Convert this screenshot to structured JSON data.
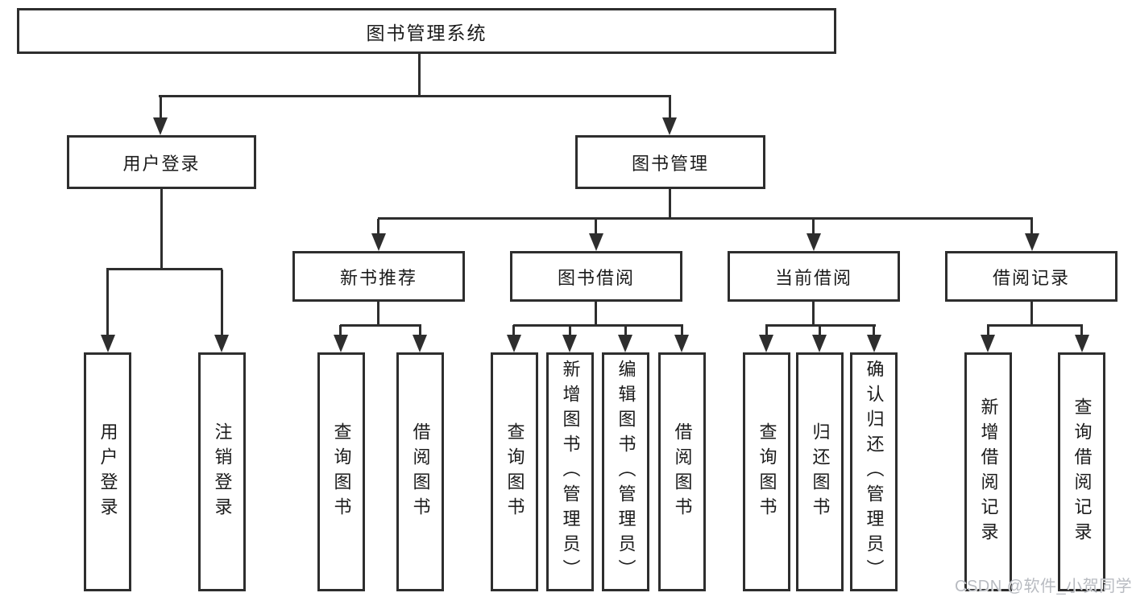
{
  "nodes": {
    "root": "图书管理系统",
    "level2": {
      "user_login": "用户登录",
      "book_mgmt": "图书管理"
    },
    "level3": {
      "new_books": "新书推荐",
      "book_borrow": "图书借阅",
      "current_borrow": "当前借阅",
      "borrow_records": "借阅记录"
    },
    "leaves": {
      "user_login": "用户登录",
      "logout": "注销登录",
      "nb_query": "查询图书",
      "nb_borrow": "借阅图书",
      "bb_query": "查询图书",
      "bb_add": "新增图书（管理员）",
      "bb_edit": "编辑图书（管理员）",
      "bb_borrow": "借阅图书",
      "cb_query": "查询图书",
      "cb_return": "归还图书",
      "cb_confirm": "确认归还（管理员）",
      "br_add": "新增借阅记录",
      "br_query": "查询借阅记录"
    }
  },
  "watermark": "CSDN @软件_小贺同学",
  "colors": {
    "line": "#2e2e2e",
    "text": "#1b1b1b",
    "watermark": "#b8bbc1",
    "background": "#ffffff"
  }
}
